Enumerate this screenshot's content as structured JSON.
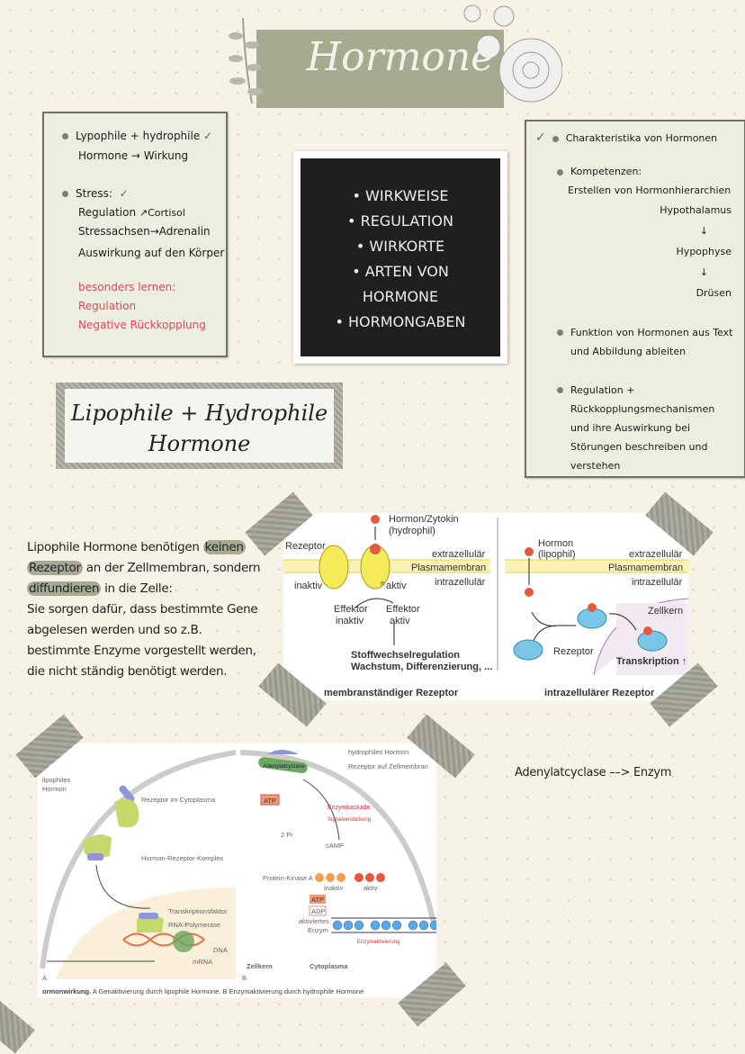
{
  "title": "Hormone",
  "left_box": {
    "item1_line1": "Lypophile + hydrophile",
    "item1_line2": "Hormone → Wirkung",
    "item2_title": "Stress:",
    "regulation": "Regulation",
    "cortisol": "Cortisol",
    "stressachsen": "Stressachsen",
    "adrenalin": "Adrenalin",
    "auswirkung": "Auswirkung auf den Körper",
    "special_title": "besonders lernen:",
    "special_1": "Regulation",
    "special_2": "Negative Rückkopplung",
    "check": "✓"
  },
  "chalkboard": {
    "items": [
      "WIRKWEISE",
      "REGULATION",
      "WIRKORTE",
      "ARTEN VON HORMONE",
      "HORMONGABEN"
    ]
  },
  "right_box": {
    "check": "✓",
    "item1": "Charakteristika von Hormonen",
    "item2_title": "Kompetenzen:",
    "item2_text": "Erstellen von Hormonhierarchien",
    "hierarchy": [
      "Hypothalamus",
      "Hypophyse",
      "Drüsen"
    ],
    "item3": "Funktion von Hormonen aus Text und Abbildung ableiten",
    "item4": "Regulation + Rückkopplungsmechanismen und ihre Auswirkung bei Störungen beschreiben und verstehen"
  },
  "subtitle": {
    "line1": "Lipophile + Hydrophile",
    "line2": "Hormone"
  },
  "paragraph": {
    "p1": "Lipophile Hormone benötigen ",
    "hl1": "keinen",
    "hl2": "Rezeptor",
    "p2": " an der Zellmembran, sondern ",
    "hl3": "diffundieren",
    "p3": " in die Zelle:",
    "p4": "Sie sorgen dafür, dass bestimmte Gene abgelesen werden und so z.B. bestimmte Enzyme vorgestellt werden, die nicht ständig benötigt werden."
  },
  "diagram1": {
    "hormon_hydrophil": "Hormon/Zytokin",
    "hydrophil": "(hydrophil)",
    "rezeptor": "Rezeptor",
    "extra": "extrazellulär",
    "membran": "Plasmamembran",
    "intra": "intrazellulär",
    "inaktiv": "inaktiv",
    "aktiv": "aktiv",
    "eff_in1": "Effektor",
    "eff_in2": "inaktiv",
    "eff_ak1": "Effektor",
    "eff_ak2": "aktiv",
    "result1": "Stoffwechselregulation",
    "result2": "Wachstum, Differenzierung, ...",
    "caption_left": "membranständiger Rezeptor",
    "hormon_lipophil": "Hormon",
    "lipophil": "(lipophil)",
    "zellkern": "Zellkern",
    "rezeptor2": "Rezeptor",
    "transkription": "Transkription ↑",
    "caption_right": "intrazellulärer Rezeptor"
  },
  "note": "Adenylatcyclase ––> Enzym",
  "diagram2": {
    "lipophiles": "lipophiles",
    "hormon": "Hormon",
    "rez_cyto": "Rezeptor im Cytoplasma",
    "komplex": "Hormon-Rezeptor-Komplex",
    "transkriptionsfaktor": "Transkriptionsfaktor",
    "rnapol": "RNA-Polymerase",
    "dna": "DNA",
    "mrna": "mRNA",
    "label_a": "A",
    "label_b": "B",
    "hydrophiles": "hydrophiles Hormon",
    "rez_membran": "Rezeptor auf Zellmembran",
    "adenylat": "Adenylatcyclase",
    "atp": "ATP",
    "pi": "2 Pi",
    "camp": "cAMP",
    "enzymkaskade": "Enzymkaskade",
    "signal": "Signalverstärkung",
    "pka": "Protein-Kinase A",
    "inaktiv": "inaktiv",
    "aktiv": "aktiv",
    "atp2": "ATP",
    "adp": "ADP",
    "akt_enzym1": "aktiviertes",
    "akt_enzym2": "Enzym",
    "enzymakt": "Enzymaktivierung",
    "zellkern": "Zellkern",
    "cytoplasma": "Cytoplasma",
    "caption_bold": "ormonwirkung.",
    "caption": " A Genaktivierung durch lipophile Hormone.  B Enzymaktivierung durch hydrophile Hormone"
  }
}
